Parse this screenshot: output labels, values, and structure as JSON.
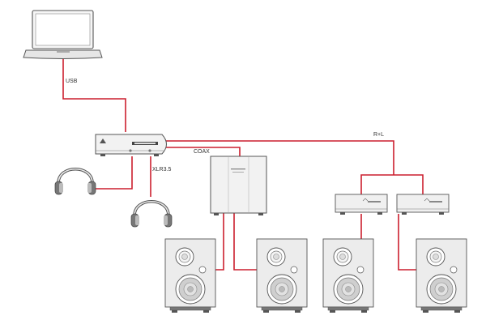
{
  "labels": {
    "usb": "USB",
    "coax": "COAX",
    "xlr": "XLR3.5",
    "rl": "R+L"
  },
  "colors": {
    "cable": "#cc1f2e",
    "outline": "#555555",
    "device_fill": "#f2f2f2",
    "speaker_fill": "#ededed",
    "background": "#ffffff"
  }
}
